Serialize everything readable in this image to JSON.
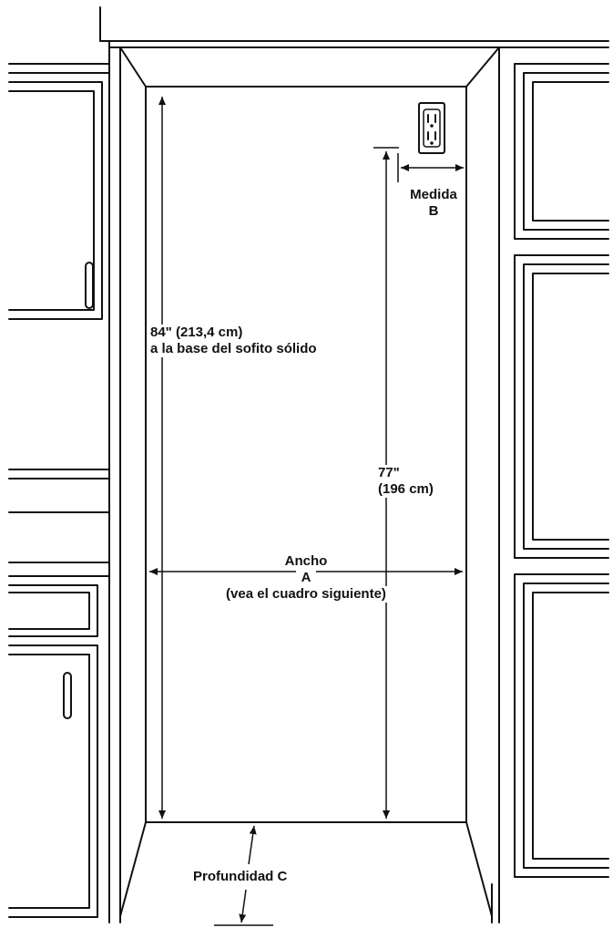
{
  "labels": {
    "height_84": {
      "line1": "84\" (213,4 cm)",
      "line2": "a la base del sofito sólido"
    },
    "height_77": {
      "line1": "77\"",
      "line2": "(196 cm)"
    },
    "measure_b": {
      "line1": "Medida",
      "line2": "B"
    },
    "width_a": {
      "line1": "Ancho",
      "line2": "A",
      "line3": "(vea el cuadro siguiente)"
    },
    "depth_c": {
      "text": "Profundidad C"
    }
  },
  "icons": {
    "outlet": "electrical-outlet-icon"
  },
  "colors": {
    "line": "#111111",
    "background": "#ffffff"
  }
}
